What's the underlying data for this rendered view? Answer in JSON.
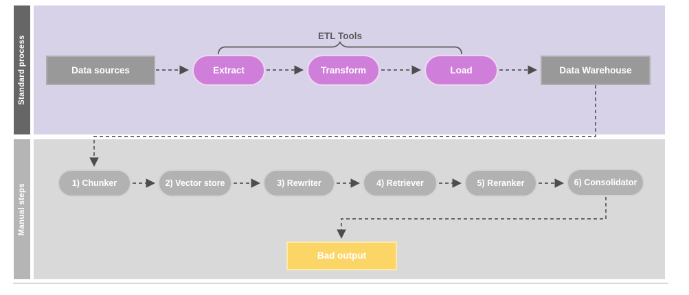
{
  "diagram": {
    "lanes": [
      {
        "label": "Standard process"
      },
      {
        "label": "Manual steps"
      }
    ],
    "standard_process": {
      "brace_label": "ETL Tools",
      "nodes": [
        {
          "id": "data-sources",
          "label": "Data sources",
          "shape": "rectangle"
        },
        {
          "id": "extract",
          "label": "Extract",
          "shape": "pill"
        },
        {
          "id": "transform",
          "label": "Transform",
          "shape": "pill"
        },
        {
          "id": "load",
          "label": "Load",
          "shape": "pill"
        },
        {
          "id": "data-warehouse",
          "label": "Data Warehouse",
          "shape": "rectangle"
        }
      ]
    },
    "manual_steps": {
      "nodes": [
        {
          "id": "chunker",
          "label": "1) Chunker",
          "shape": "pill"
        },
        {
          "id": "vector-store",
          "label": "2) Vector store",
          "shape": "pill"
        },
        {
          "id": "rewriter",
          "label": "3) Rewriter",
          "shape": "pill"
        },
        {
          "id": "retriever",
          "label": "4) Retriever",
          "shape": "pill"
        },
        {
          "id": "reranker",
          "label": "5) Reranker",
          "shape": "pill"
        },
        {
          "id": "consolidator",
          "label": "6) Consolidator",
          "shape": "pill"
        }
      ],
      "output": {
        "id": "bad-output",
        "label": "Bad output",
        "shape": "rectangle"
      }
    },
    "colors": {
      "lane1_header": "#666666",
      "lane1_background": "#d8d2e8",
      "lane2_header": "#b5b5b5",
      "lane2_background": "#d9d9d9",
      "gray_node": "#999999",
      "gray_pill": "#b2b2b2",
      "etl_pill": "#cf7ed9",
      "bad_output_fill": "#fbd566",
      "connector": "#575757",
      "node_text": "#ffffff"
    }
  }
}
